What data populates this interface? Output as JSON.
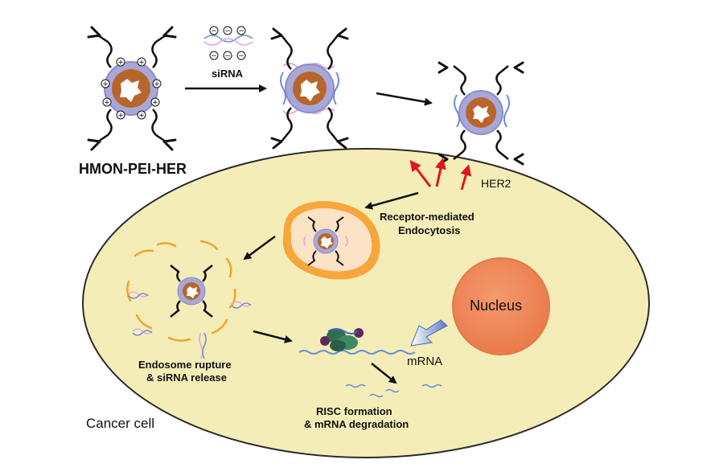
{
  "labels": {
    "construct": "HMON-PEI-HER",
    "sirna": "siRNA",
    "her2": "HER2",
    "endocytosis_1": "Receptor-mediated",
    "endocytosis_2": "Endocytosis",
    "nucleus": "Nucleus",
    "release_1": "Endosome rupture",
    "release_2": "& siRNA release",
    "mrna": "mRNA",
    "risc_1": "RISC formation",
    "risc_2": "& mRNA degradation",
    "cell": "Cancer cell"
  },
  "colors": {
    "cell_fill": "#f5edb8",
    "cell_stroke": "#2b2b2b",
    "nucleus_fill": "#f08a5a",
    "nucleus_stroke": "#e07a4a",
    "endosome_fill": "#f7a63c",
    "endosome_inner": "#fde3c6",
    "shell": "#a7a8d8",
    "core": "#b8652c",
    "arrow_red": "#e0161b",
    "dna_pink": "#e8a2e0",
    "dna_blue": "#6c8fd6"
  }
}
